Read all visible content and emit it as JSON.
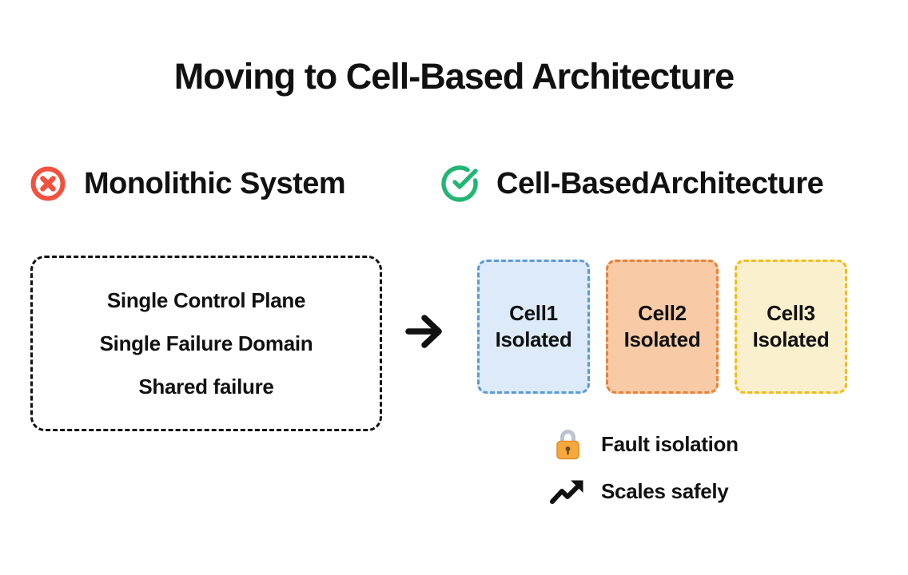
{
  "title": "Moving to Cell-Based Architecture",
  "monolith": {
    "heading": "Monolithic System",
    "icon": "x-circle-icon",
    "items": [
      "Single Control Plane",
      "Single Failure Domain",
      "Shared failure"
    ]
  },
  "cellbased": {
    "heading": "Cell-BasedArchitecture",
    "icon": "check-circle-icon",
    "cells": [
      {
        "name": "Cell1",
        "status": "Isolated"
      },
      {
        "name": "Cell2",
        "status": "Isolated"
      },
      {
        "name": "Cell3",
        "status": "Isolated"
      }
    ],
    "benefits": [
      {
        "icon": "lock-icon",
        "label": "Fault isolation"
      },
      {
        "icon": "trending-up-icon",
        "label": "Scales safely"
      }
    ]
  },
  "colors": {
    "x_circle_red": "#F2513D",
    "check_circle_green": "#22B573",
    "cell1_fill": "#DCEAF9",
    "cell1_border": "#5B9BD5",
    "cell2_fill": "#F8CBA6",
    "cell2_border": "#E8813A",
    "cell3_fill": "#FBF0CD",
    "cell3_border": "#F2BC1B",
    "lock_body_orange": "#F6A83C",
    "text_black": "#111111"
  }
}
